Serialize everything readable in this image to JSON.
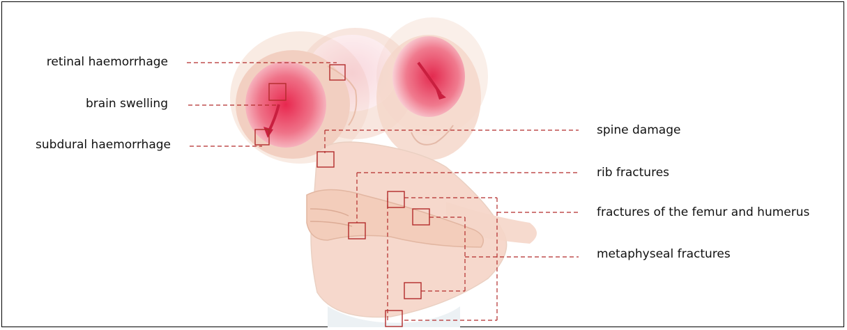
{
  "labels": {
    "retinal": "retinal haemorrhage",
    "brain": "brain swelling",
    "subdural": "subdural haemorrhage",
    "spine": "spine damage",
    "rib": "rib fractures",
    "femur": "fractures of the femur and humerus",
    "metaphyseal": "metaphyseal fractures"
  },
  "colors": {
    "leader": "#b22b2b",
    "skin": "#f4d2c4",
    "brain": "#e94a6a",
    "halo": "#f6e1d6"
  }
}
